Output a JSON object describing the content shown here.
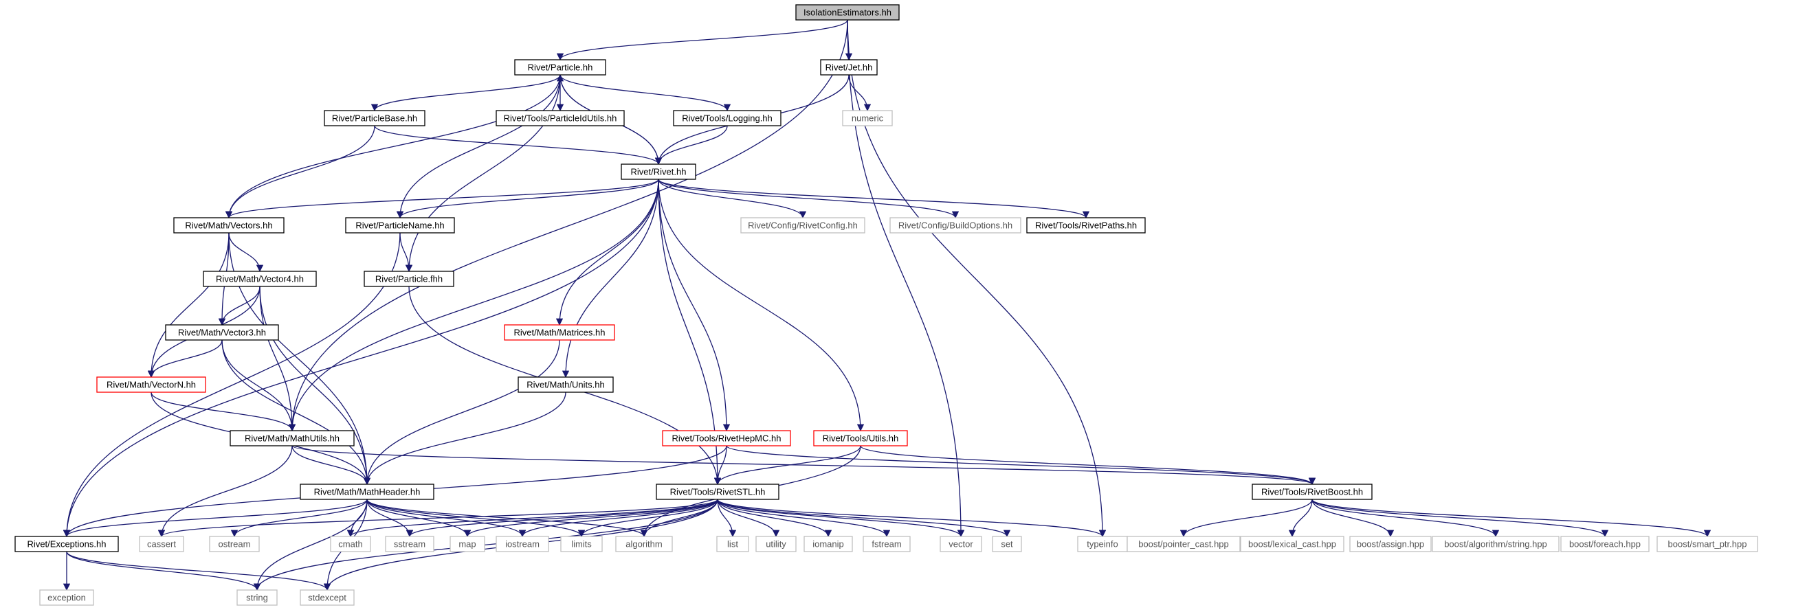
{
  "nodes": [
    {
      "id": "root",
      "label": "IsolationEstimators.hh",
      "kind": "root"
    },
    {
      "id": "particle",
      "label": "Rivet/Particle.hh",
      "kind": "doc"
    },
    {
      "id": "jet",
      "label": "Rivet/Jet.hh",
      "kind": "doc"
    },
    {
      "id": "numeric",
      "label": "numeric",
      "kind": "ext"
    },
    {
      "id": "pbase",
      "label": "Rivet/ParticleBase.hh",
      "kind": "doc"
    },
    {
      "id": "pidutils",
      "label": "Rivet/Tools/ParticleIdUtils.hh",
      "kind": "doc"
    },
    {
      "id": "logging",
      "label": "Rivet/Tools/Logging.hh",
      "kind": "doc"
    },
    {
      "id": "rivet",
      "label": "Rivet/Rivet.hh",
      "kind": "doc"
    },
    {
      "id": "vectors",
      "label": "Rivet/Math/Vectors.hh",
      "kind": "doc"
    },
    {
      "id": "pname",
      "label": "Rivet/ParticleName.hh",
      "kind": "doc"
    },
    {
      "id": "rconfig",
      "label": "Rivet/Config/RivetConfig.hh",
      "kind": "ext"
    },
    {
      "id": "bopts",
      "label": "Rivet/Config/BuildOptions.hh",
      "kind": "ext"
    },
    {
      "id": "rpaths",
      "label": "Rivet/Tools/RivetPaths.hh",
      "kind": "doc"
    },
    {
      "id": "vector4",
      "label": "Rivet/Math/Vector4.hh",
      "kind": "doc"
    },
    {
      "id": "pfhh",
      "label": "Rivet/Particle.fhh",
      "kind": "doc"
    },
    {
      "id": "vector3",
      "label": "Rivet/Math/Vector3.hh",
      "kind": "doc"
    },
    {
      "id": "matrices",
      "label": "Rivet/Math/Matrices.hh",
      "kind": "red"
    },
    {
      "id": "vectorn",
      "label": "Rivet/Math/VectorN.hh",
      "kind": "red"
    },
    {
      "id": "units",
      "label": "Rivet/Math/Units.hh",
      "kind": "doc"
    },
    {
      "id": "mathutils",
      "label": "Rivet/Math/MathUtils.hh",
      "kind": "doc"
    },
    {
      "id": "hepmc",
      "label": "Rivet/Tools/RivetHepMC.hh",
      "kind": "red"
    },
    {
      "id": "utils",
      "label": "Rivet/Tools/Utils.hh",
      "kind": "red"
    },
    {
      "id": "mathheader",
      "label": "Rivet/Math/MathHeader.hh",
      "kind": "doc"
    },
    {
      "id": "stl",
      "label": "Rivet/Tools/RivetSTL.hh",
      "kind": "doc"
    },
    {
      "id": "boost",
      "label": "Rivet/Tools/RivetBoost.hh",
      "kind": "doc"
    },
    {
      "id": "exceptions",
      "label": "Rivet/Exceptions.hh",
      "kind": "doc"
    },
    {
      "id": "cassert",
      "label": "cassert",
      "kind": "ext"
    },
    {
      "id": "ostream",
      "label": "ostream",
      "kind": "ext"
    },
    {
      "id": "cmath",
      "label": "cmath",
      "kind": "ext"
    },
    {
      "id": "sstream",
      "label": "sstream",
      "kind": "ext"
    },
    {
      "id": "map",
      "label": "map",
      "kind": "ext"
    },
    {
      "id": "iostream",
      "label": "iostream",
      "kind": "ext"
    },
    {
      "id": "limits",
      "label": "limits",
      "kind": "ext"
    },
    {
      "id": "algorithm",
      "label": "algorithm",
      "kind": "ext"
    },
    {
      "id": "list",
      "label": "list",
      "kind": "ext"
    },
    {
      "id": "utility",
      "label": "utility",
      "kind": "ext"
    },
    {
      "id": "iomanip",
      "label": "iomanip",
      "kind": "ext"
    },
    {
      "id": "fstream",
      "label": "fstream",
      "kind": "ext"
    },
    {
      "id": "vector",
      "label": "vector",
      "kind": "ext"
    },
    {
      "id": "set",
      "label": "set",
      "kind": "ext"
    },
    {
      "id": "typeinfo",
      "label": "typeinfo",
      "kind": "ext"
    },
    {
      "id": "pointercast",
      "label": "boost/pointer_cast.hpp",
      "kind": "ext"
    },
    {
      "id": "lexcast",
      "label": "boost/lexical_cast.hpp",
      "kind": "ext"
    },
    {
      "id": "assign",
      "label": "boost/assign.hpp",
      "kind": "ext"
    },
    {
      "id": "algstring",
      "label": "boost/algorithm/string.hpp",
      "kind": "ext"
    },
    {
      "id": "foreach",
      "label": "boost/foreach.hpp",
      "kind": "ext"
    },
    {
      "id": "smartptr",
      "label": "boost/smart_ptr.hpp",
      "kind": "ext"
    },
    {
      "id": "exception",
      "label": "exception",
      "kind": "ext"
    },
    {
      "id": "string",
      "label": "string",
      "kind": "ext"
    },
    {
      "id": "stdexcept",
      "label": "stdexcept",
      "kind": "ext"
    }
  ],
  "edges": [
    [
      "root",
      "particle"
    ],
    [
      "root",
      "jet"
    ],
    [
      "root",
      "mathutils"
    ],
    [
      "root",
      "vector"
    ],
    [
      "root",
      "typeinfo"
    ],
    [
      "jet",
      "numeric"
    ],
    [
      "jet",
      "rivet"
    ],
    [
      "particle",
      "pbase"
    ],
    [
      "particle",
      "pidutils"
    ],
    [
      "particle",
      "logging"
    ],
    [
      "particle",
      "rivet"
    ],
    [
      "particle",
      "vectors"
    ],
    [
      "particle",
      "pname"
    ],
    [
      "particle",
      "pfhh"
    ],
    [
      "pbase",
      "rivet"
    ],
    [
      "pbase",
      "vectors"
    ],
    [
      "logging",
      "rivet"
    ],
    [
      "rivet",
      "particle"
    ],
    [
      "rivet",
      "vectors"
    ],
    [
      "rivet",
      "pname"
    ],
    [
      "rivet",
      "rconfig"
    ],
    [
      "rivet",
      "bopts"
    ],
    [
      "rivet",
      "rpaths"
    ],
    [
      "rivet",
      "matrices"
    ],
    [
      "rivet",
      "units"
    ],
    [
      "rivet",
      "mathutils"
    ],
    [
      "rivet",
      "hepmc"
    ],
    [
      "rivet",
      "utils"
    ],
    [
      "rivet",
      "stl"
    ],
    [
      "rivet",
      "exceptions"
    ],
    [
      "vectors",
      "vector4"
    ],
    [
      "vectors",
      "vector3"
    ],
    [
      "vectors",
      "vectorn"
    ],
    [
      "vectors",
      "mathheader"
    ],
    [
      "pname",
      "pfhh"
    ],
    [
      "pname",
      "exceptions"
    ],
    [
      "pfhh",
      "stl"
    ],
    [
      "vector4",
      "vector3"
    ],
    [
      "vector4",
      "vectorn"
    ],
    [
      "vector4",
      "mathutils"
    ],
    [
      "vector4",
      "mathheader"
    ],
    [
      "vector3",
      "vectorn"
    ],
    [
      "vector3",
      "mathutils"
    ],
    [
      "vector3",
      "mathheader"
    ],
    [
      "vectorn",
      "mathutils"
    ],
    [
      "vectorn",
      "mathheader"
    ],
    [
      "matrices",
      "mathheader"
    ],
    [
      "units",
      "mathheader"
    ],
    [
      "mathutils",
      "mathheader"
    ],
    [
      "mathutils",
      "boost"
    ],
    [
      "mathutils",
      "cassert"
    ],
    [
      "hepmc",
      "stl"
    ],
    [
      "hepmc",
      "boost"
    ],
    [
      "hepmc",
      "exceptions"
    ],
    [
      "utils",
      "stl"
    ],
    [
      "utils",
      "boost"
    ],
    [
      "utils",
      "algorithm"
    ],
    [
      "mathheader",
      "exceptions"
    ],
    [
      "mathheader",
      "ostream"
    ],
    [
      "mathheader",
      "cmath"
    ],
    [
      "mathheader",
      "sstream"
    ],
    [
      "mathheader",
      "map"
    ],
    [
      "mathheader",
      "iostream"
    ],
    [
      "mathheader",
      "limits"
    ],
    [
      "mathheader",
      "algorithm"
    ],
    [
      "mathheader",
      "string"
    ],
    [
      "mathheader",
      "stdexcept"
    ],
    [
      "stl",
      "cassert"
    ],
    [
      "stl",
      "cmath"
    ],
    [
      "stl",
      "sstream"
    ],
    [
      "stl",
      "map"
    ],
    [
      "stl",
      "iostream"
    ],
    [
      "stl",
      "limits"
    ],
    [
      "stl",
      "algorithm"
    ],
    [
      "stl",
      "list"
    ],
    [
      "stl",
      "utility"
    ],
    [
      "stl",
      "iomanip"
    ],
    [
      "stl",
      "fstream"
    ],
    [
      "stl",
      "vector"
    ],
    [
      "stl",
      "set"
    ],
    [
      "stl",
      "typeinfo"
    ],
    [
      "stl",
      "string"
    ],
    [
      "stl",
      "stdexcept"
    ],
    [
      "boost",
      "pointercast"
    ],
    [
      "boost",
      "lexcast"
    ],
    [
      "boost",
      "assign"
    ],
    [
      "boost",
      "algstring"
    ],
    [
      "boost",
      "foreach"
    ],
    [
      "boost",
      "smartptr"
    ],
    [
      "exceptions",
      "exception"
    ],
    [
      "exceptions",
      "string"
    ],
    [
      "exceptions",
      "stdexcept"
    ]
  ]
}
